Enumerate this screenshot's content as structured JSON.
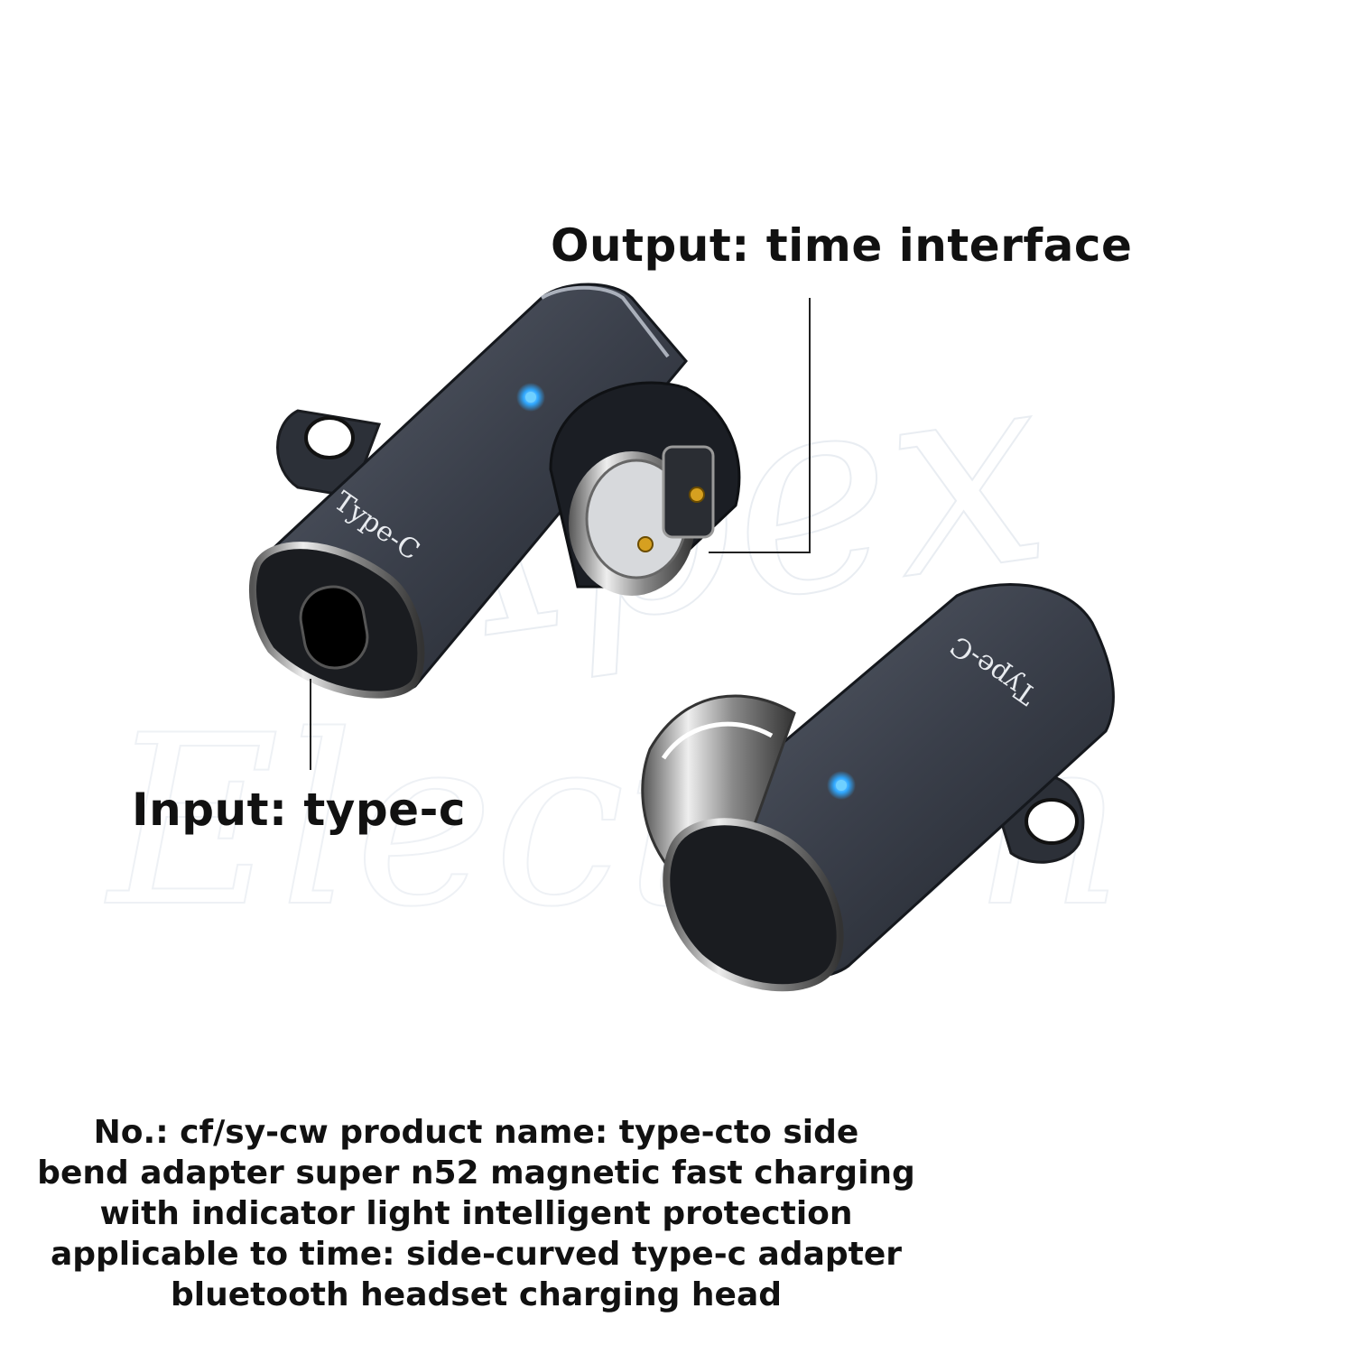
{
  "labels": {
    "output": "Output: time interface",
    "input": "Input: type-c"
  },
  "product_text": {
    "lines": [
      "No.: cf/sy-cw product name: type-cto side",
      "bend adapter super n52 magnetic fast charging",
      "with indicator light intelligent protection",
      "applicable to time: side-curved type-c adapter",
      "bluetooth headset charging head"
    ]
  },
  "adapter_engraving": {
    "front": "Type-C",
    "back": "Type-C"
  },
  "watermark": {
    "line1": "Apex",
    "line2": "Electron"
  },
  "colors": {
    "body": "#3a3f4a",
    "indicator": "#2fa8ff",
    "background": "#ffffff",
    "text": "#111111"
  }
}
